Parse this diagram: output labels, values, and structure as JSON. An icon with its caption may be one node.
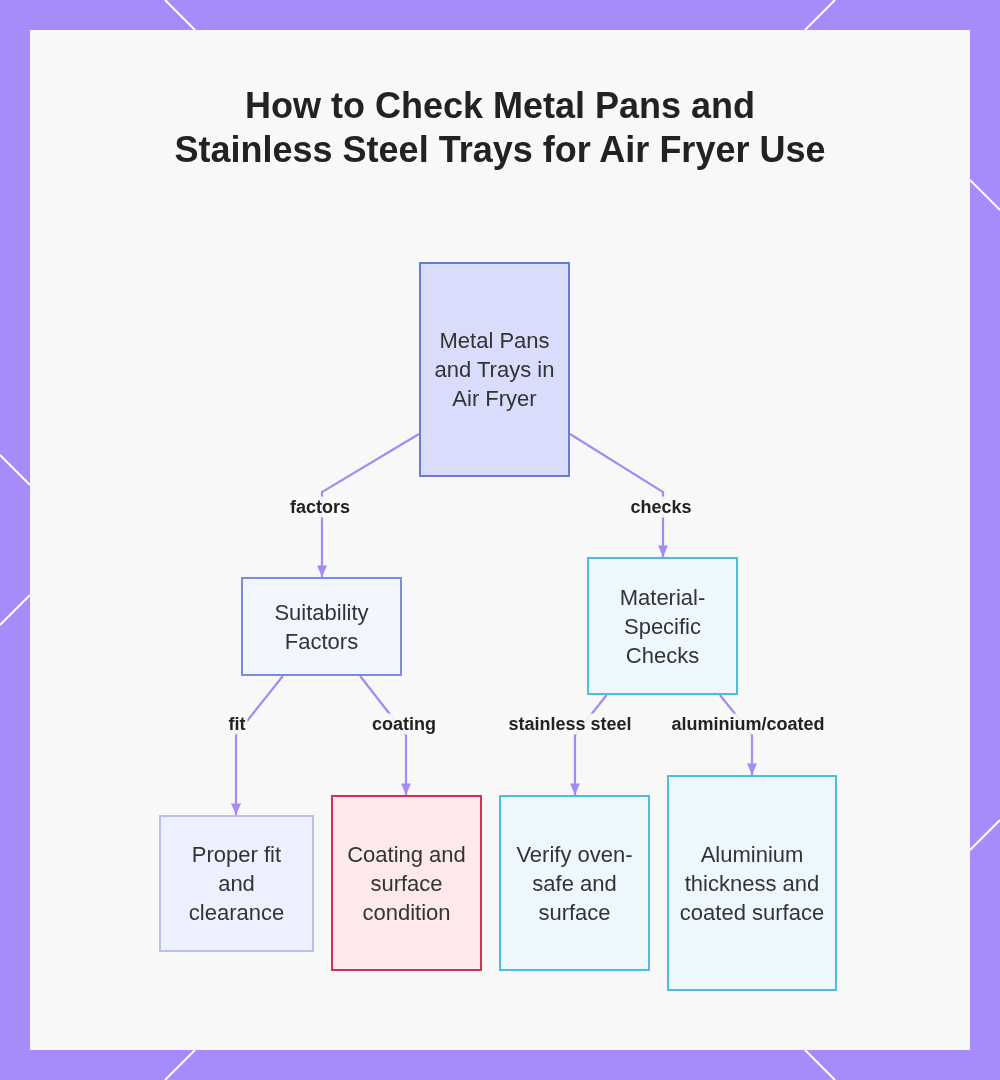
{
  "diagram": {
    "title": "How to Check Metal Pans and Stainless Steel Trays for Air Fryer Use",
    "nodes": [
      {
        "text": [
          "Metal Pans and Trays in Air Fryer"
        ]
      },
      {
        "text": [
          "Suitability Factors"
        ]
      },
      {
        "text": [
          "Material-Specific Checks"
        ]
      },
      {
        "text": [
          "Proper fit and clearance"
        ]
      },
      {
        "text": [
          "Coating and surface condition"
        ]
      },
      {
        "text": [
          "Verify oven-safe and surface"
        ]
      },
      {
        "text": [
          "Aluminium thickness and coated surface"
        ]
      }
    ],
    "edges": [
      {
        "from": 0,
        "to": 1,
        "arrow": "to",
        "label": "factors"
      },
      {
        "from": 0,
        "to": 2,
        "arrow": "to",
        "label": "checks"
      },
      {
        "from": 1,
        "to": 3,
        "arrow": "to",
        "label": "fit"
      },
      {
        "from": 1,
        "to": 4,
        "arrow": "to",
        "label": "coating"
      },
      {
        "from": 2,
        "to": 5,
        "arrow": "to",
        "label": "stainless steel"
      },
      {
        "from": 2,
        "to": 6,
        "arrow": "to",
        "label": "aluminium/coated"
      }
    ]
  }
}
